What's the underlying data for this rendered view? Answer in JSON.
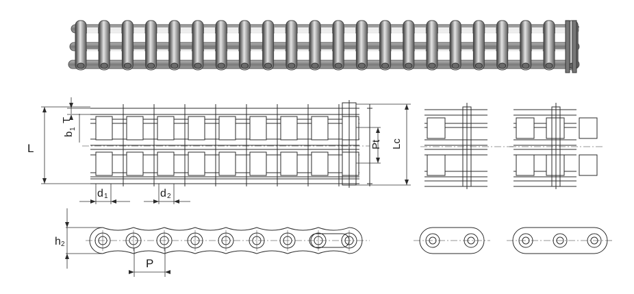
{
  "labels": {
    "L": "L",
    "T": "T",
    "b1_main": "b",
    "b1_sub": "1",
    "Pt": "Pt",
    "Lc": "Lc",
    "d1_main": "d",
    "d1_sub": "1",
    "d2_main": "d",
    "d2_sub": "2",
    "h2_main": "h",
    "h2_sub": "2",
    "P": "P"
  },
  "colors": {
    "line": "#2a2a2a",
    "steel_dark": "#4a4a4a",
    "steel_mid": "#8a8a8a",
    "steel_light": "#d8d8d8"
  }
}
